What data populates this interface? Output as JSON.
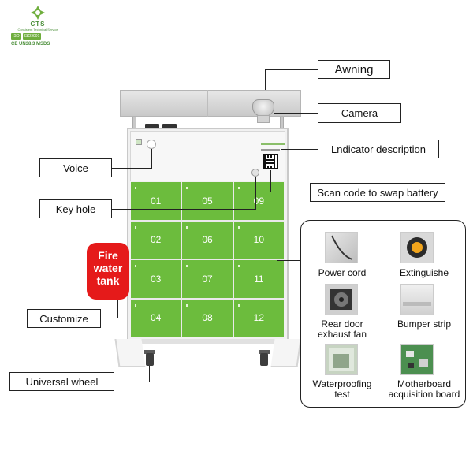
{
  "logo": {
    "name": "CTS",
    "subtitle": "Consistent Technical Service",
    "badges": [
      "ISO",
      "ISO9001"
    ],
    "certs": "CE UN38.3  MSDS"
  },
  "callouts": {
    "awning": "Awning",
    "camera": "Camera",
    "indicator": "Lndicator description",
    "voice": "Voice",
    "scan": "Scan code to swap battery",
    "keyhole": "Key hole",
    "customize": "Customize",
    "wheel": "Universal wheel"
  },
  "fire_tank": {
    "line1": "Fire",
    "line2": "water",
    "line3": "tank"
  },
  "lockers": [
    "01",
    "05",
    "09",
    "02",
    "06",
    "10",
    "03",
    "07",
    "11",
    "04",
    "08",
    "12"
  ],
  "features": [
    {
      "line1": "Power cord",
      "line2": ""
    },
    {
      "line1": "Extinguishe",
      "line2": ""
    },
    {
      "line1": "Rear door",
      "line2": "exhaust fan"
    },
    {
      "line1": "Bumper strip",
      "line2": ""
    },
    {
      "line1": "Waterproofing",
      "line2": "test"
    },
    {
      "line1": "Motherboard",
      "line2": "acquisition board"
    }
  ],
  "colors": {
    "locker_green": "#6cbc3d",
    "fire_red": "#e51a1a",
    "logo_green": "#4b8f3a"
  }
}
